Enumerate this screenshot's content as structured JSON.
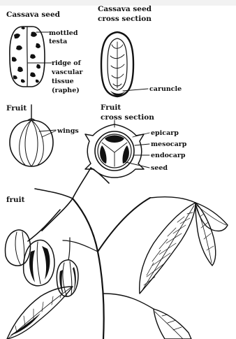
{
  "panels": {
    "seed": {
      "title": "Cassava seed",
      "labels": {
        "mottled": "mottled",
        "testa": "testa",
        "ridge_1": "ridge of",
        "ridge_2": "vascular",
        "ridge_3": "tissue",
        "ridge_4": "(raphe)"
      }
    },
    "seed_cross": {
      "title_1": "Cassava seed",
      "title_2": "cross section",
      "labels": {
        "caruncle": "caruncle"
      }
    },
    "fruit": {
      "title": "Fruit",
      "labels": {
        "wings": "wings"
      }
    },
    "fruit_cross": {
      "title_1": "Fruit",
      "title_2": "cross section",
      "labels": {
        "epicarp": "epicarp",
        "mesocarp": "mesocarp",
        "endocarp": "endocarp",
        "seed": "seed"
      }
    },
    "branch": {
      "title": "fruit"
    }
  }
}
